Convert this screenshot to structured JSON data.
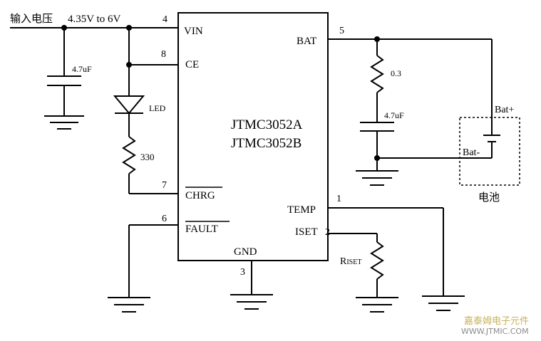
{
  "input": {
    "label": "输入电压",
    "voltage": "4.35V to 6V"
  },
  "chip": {
    "name_a": "JTMC3052A",
    "name_b": "JTMC3052B"
  },
  "pins": {
    "vin": {
      "name": "VIN",
      "num": "4"
    },
    "ce": {
      "name": "CE",
      "num": "8"
    },
    "chrg": {
      "name": "CHRG",
      "num": "7"
    },
    "fault": {
      "name": "FAULT",
      "num": "6"
    },
    "bat": {
      "name": "BAT",
      "num": "5"
    },
    "temp": {
      "name": "TEMP",
      "num": "1"
    },
    "iset": {
      "name": "ISET",
      "num": "2"
    },
    "gnd": {
      "name": "GND",
      "num": "3"
    }
  },
  "components": {
    "cin": "4.7uF",
    "led": "LED",
    "r_led": "330",
    "r_bat": "0.3",
    "cout": "4.7uF",
    "riset_main": "R",
    "riset_sub": "ISET"
  },
  "battery": {
    "plus": "Bat+",
    "minus": "Bat-",
    "label": "电池"
  },
  "watermark": {
    "line1": "嘉泰姆电子元件",
    "line2": "WWW.JTMIC.COM"
  }
}
